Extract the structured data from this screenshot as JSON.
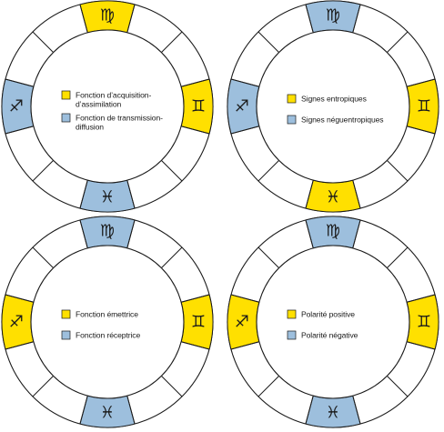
{
  "colors": {
    "yellow": "#FFE000",
    "blue": "#9DBFDD",
    "white": "#FFFFFF",
    "line": "#1A1A1A"
  },
  "glyphs": {
    "virgo": "♍",
    "gemini": "♊",
    "pisces": "♓",
    "sagittarius": "♐"
  },
  "wheels": [
    {
      "id": "acquisition-transmission",
      "segments": {
        "top": "yellow",
        "right": "yellow",
        "bottom": "blue",
        "left": "blue"
      },
      "legend": [
        {
          "color": "yellow",
          "lines": [
            "Fonction d’acquisition-",
            "d’assimilation"
          ]
        },
        {
          "color": "blue",
          "lines": [
            "Fonction de transmission-",
            "diffusion"
          ]
        }
      ]
    },
    {
      "id": "entropiques",
      "segments": {
        "top": "blue",
        "right": "yellow",
        "bottom": "yellow",
        "left": "blue"
      },
      "legend": [
        {
          "color": "yellow",
          "lines": [
            "Signes entropiques"
          ]
        },
        {
          "color": "blue",
          "lines": [
            "Signes néguentropiques"
          ]
        }
      ]
    },
    {
      "id": "emettrice-receptrice",
      "segments": {
        "top": "blue",
        "right": "yellow",
        "bottom": "blue",
        "left": "yellow"
      },
      "legend": [
        {
          "color": "yellow",
          "lines": [
            "Fonction émettrice"
          ]
        },
        {
          "color": "blue",
          "lines": [
            "Fonction réceptrice"
          ]
        }
      ]
    },
    {
      "id": "polarite",
      "segments": {
        "top": "blue",
        "right": "yellow",
        "bottom": "blue",
        "left": "yellow"
      },
      "legend": [
        {
          "color": "yellow",
          "lines": [
            "Polarité positive"
          ]
        },
        {
          "color": "blue",
          "lines": [
            "Polarité négative"
          ]
        }
      ]
    }
  ]
}
